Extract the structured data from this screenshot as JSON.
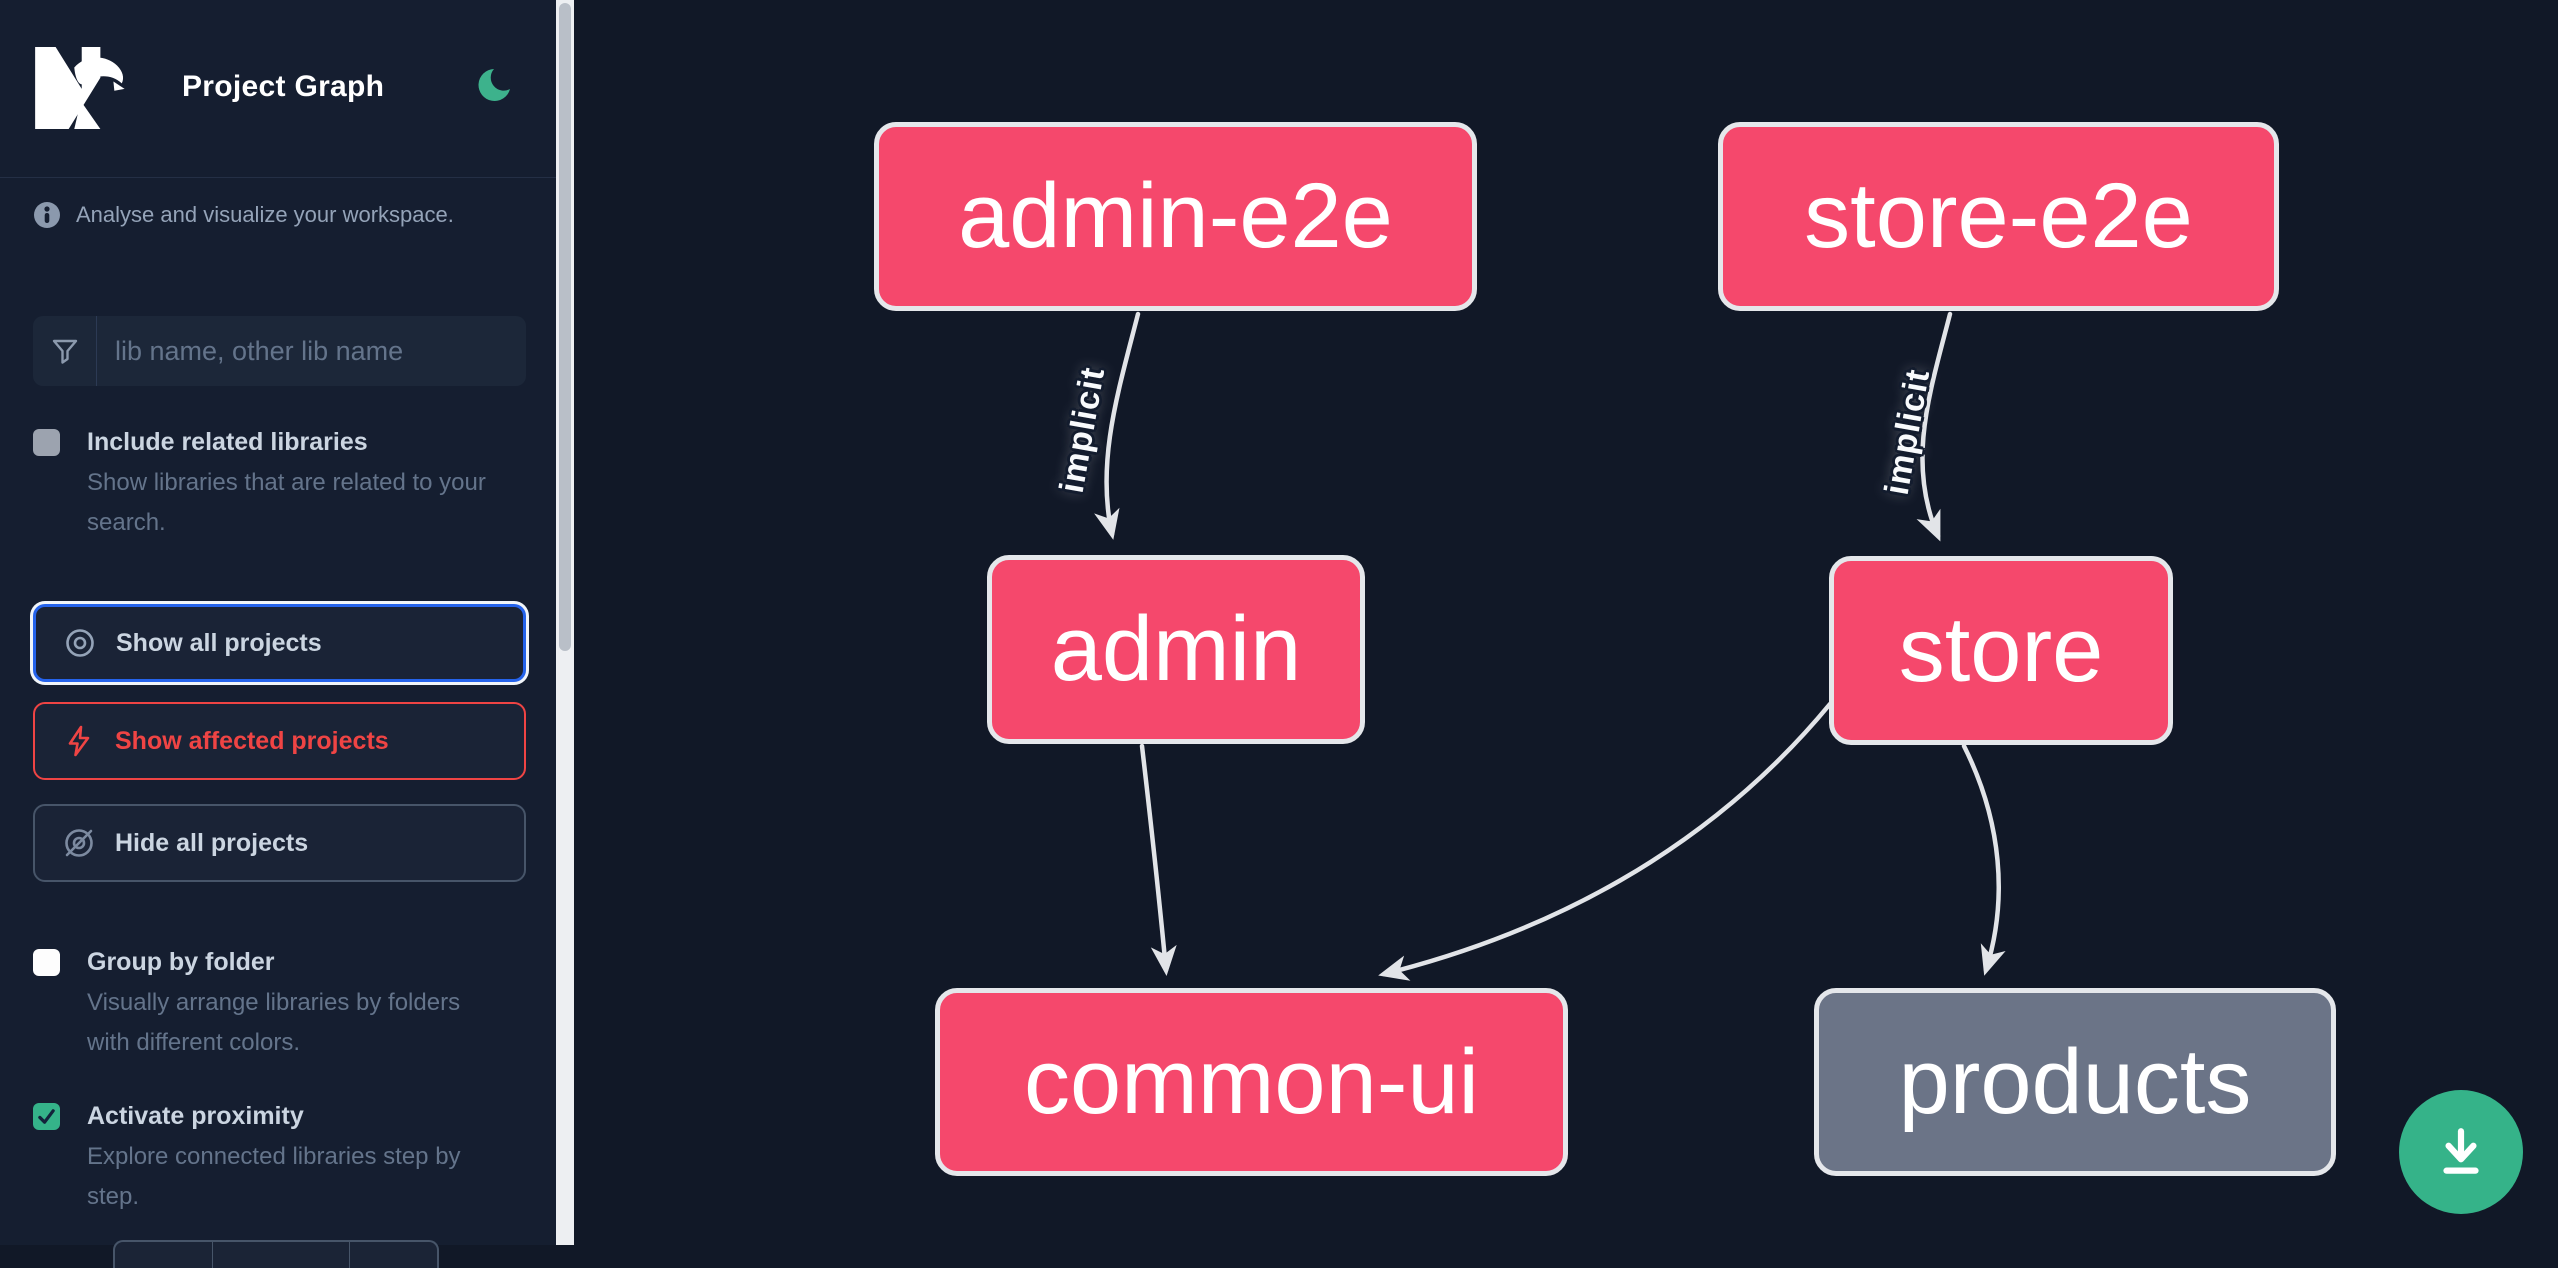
{
  "app": {
    "title": "Project Graph"
  },
  "sidebar": {
    "tagline": "Analyse and visualize your workspace.",
    "search": {
      "placeholder": "lib name, other lib name",
      "value": ""
    },
    "toggles": [
      {
        "label": "Include related libraries",
        "description": "Show libraries that are related to your search.",
        "checked": false,
        "disabled": true
      },
      {
        "label": "Group by folder",
        "description": "Visually arrange libraries by folders with different colors.",
        "checked": false,
        "disabled": false
      },
      {
        "label": "Activate proximity",
        "description": "Explore connected libraries step by step.",
        "checked": true,
        "disabled": false
      }
    ],
    "actions": [
      {
        "label": "Show all projects",
        "icon": "eye-icon",
        "focused": true,
        "accent": "#2563eb"
      },
      {
        "label": "Show affected projects",
        "icon": "bolt-icon",
        "focused": false,
        "accent": "#ef4444"
      },
      {
        "label": "Hide all projects",
        "icon": "eye-off-icon",
        "focused": false,
        "accent": "#475569"
      }
    ]
  },
  "graph": {
    "nodes": [
      {
        "label": "admin-e2e",
        "fill": "#f5486c"
      },
      {
        "label": "store-e2e",
        "fill": "#f5486c"
      },
      {
        "label": "admin",
        "fill": "#f5486c"
      },
      {
        "label": "store",
        "fill": "#f5486c"
      },
      {
        "label": "common-ui",
        "fill": "#f5486c"
      },
      {
        "label": "products",
        "fill": "#6b7487"
      }
    ],
    "edges": [
      {
        "from": "admin-e2e",
        "to": "admin",
        "label": "implicit"
      },
      {
        "from": "store-e2e",
        "to": "store",
        "label": "implicit"
      },
      {
        "from": "admin",
        "to": "common-ui",
        "label": ""
      },
      {
        "from": "store",
        "to": "common-ui",
        "label": ""
      },
      {
        "from": "store",
        "to": "products",
        "label": ""
      }
    ]
  },
  "fab": {
    "icon": "download-icon"
  },
  "colors": {
    "accent_green": "#35b389",
    "accent_blue": "#2563eb",
    "accent_red": "#ef4444",
    "node_pink": "#f5486c",
    "node_gray": "#6b7487",
    "edge": "#e2e4e8"
  }
}
